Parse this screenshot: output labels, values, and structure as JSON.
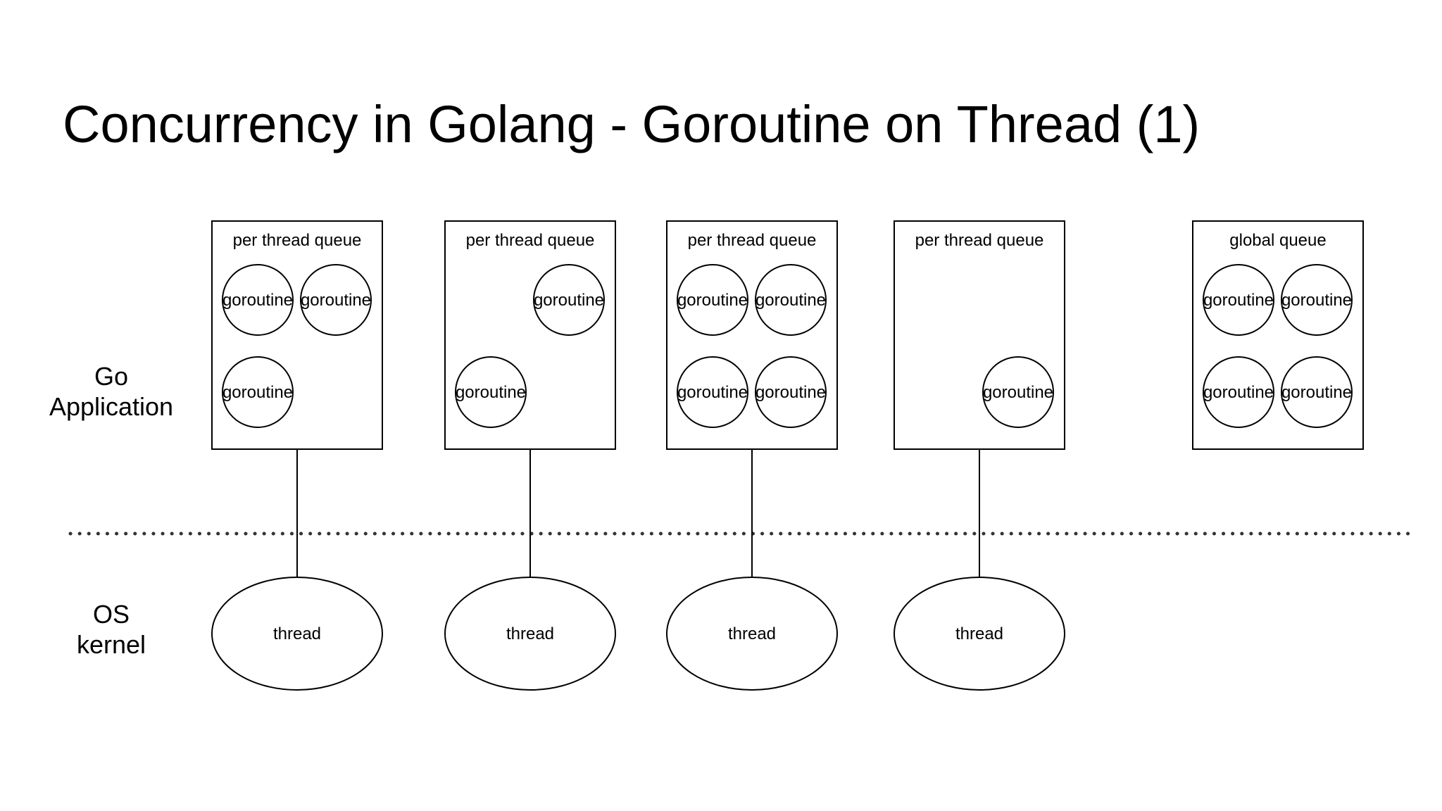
{
  "title": "Concurrency in Golang - Goroutine on Thread (1)",
  "layers": {
    "app_label_line1": "Go",
    "app_label_line2": "Application",
    "kernel_label_line1": "OS",
    "kernel_label_line2": "kernel"
  },
  "queues": [
    {
      "label": "per thread queue",
      "goroutines": [
        "goroutine",
        "goroutine",
        "goroutine"
      ],
      "thread": "thread"
    },
    {
      "label": "per thread queue",
      "goroutines": [
        "goroutine",
        "goroutine"
      ],
      "thread": "thread"
    },
    {
      "label": "per thread queue",
      "goroutines": [
        "goroutine",
        "goroutine",
        "goroutine",
        "goroutine"
      ],
      "thread": "thread"
    },
    {
      "label": "per thread queue",
      "goroutines": [
        "goroutine"
      ],
      "thread": "thread"
    },
    {
      "label": "global queue",
      "goroutines": [
        "goroutine",
        "goroutine",
        "goroutine",
        "goroutine"
      ],
      "thread": null
    }
  ]
}
